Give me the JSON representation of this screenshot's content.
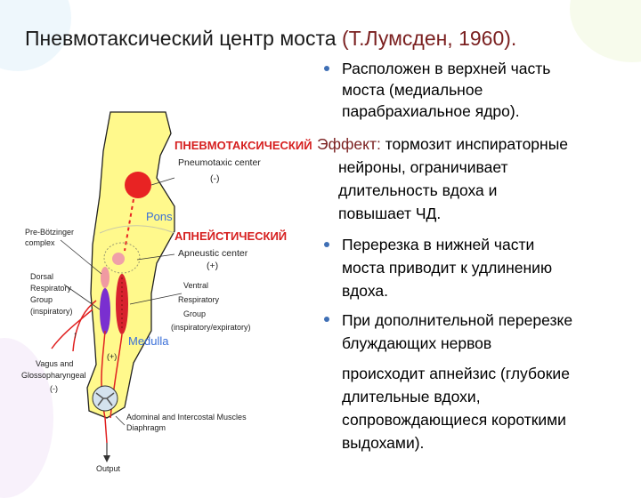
{
  "title": {
    "main": "Пневмотаксический центр моста ",
    "citation": "(Т.Лумсден, 1960)."
  },
  "text": {
    "b1": [
      "Расположен в верхней часть",
      "моста (медиальное",
      "парабрахиальное ядро)."
    ],
    "effect_label": "Эффект:",
    "effect_first": " тормозит инспираторные",
    "effect_rest": [
      "нейроны, ограничивает",
      "длительность вдоха и",
      "повышает ЧД."
    ],
    "b2": [
      "Перерезка в нижней части",
      "моста приводит к удлинению",
      "вдоха."
    ],
    "b3": [
      "При дополнительной перерезке",
      "блуждающих нервов"
    ],
    "b3_rest": [
      "происходит  апнейзис (глубокие",
      "длительные вдохи,",
      "сопровождающиеся короткими",
      "выдохами)."
    ]
  },
  "diagram": {
    "pneumotaxic_ru": "ПНЕВМОТАКСИЧЕСКИЙ",
    "pneumotaxic_en": "Pneumotaxic center",
    "pneumotaxic_sign": "(-)",
    "pons": "Pons",
    "apneustic_ru": "АПНЕЙСТИЧЕСКИЙ",
    "apneustic_en": "Apneustic center",
    "apneustic_sign": "(+)",
    "pre_botz_1": "Pre-Bötzinger",
    "pre_botz_2": "complex",
    "drg_1": "Dorsal",
    "drg_2": "Respiratory",
    "drg_3": "Group",
    "drg_4": "(inspiratory)",
    "vrg_1": "Ventral",
    "vrg_2": "Respiratory",
    "vrg_3": "Group",
    "vrg_4": "(inspiratory/expiratory)",
    "medulla": "Medulla",
    "vagus_1": "Vagus and",
    "vagus_2": "Glossopharyngeal",
    "vagus_3": "(-)",
    "muscles_1": "Adominal and Intercostal Muscles",
    "muscles_2": "Diaphragm",
    "output": "Output",
    "plus_mark": "(+)",
    "arrow_mark": "↑"
  },
  "colors": {
    "brainstem": "#fff98c",
    "pneumotaxic_node": "#e82323",
    "apneustic_node": "#f0a0a8",
    "vrg_node": "#d8222e",
    "drg_node": "#7a2fd0",
    "pathway": "#e02020",
    "bullet": "#3f6fb5"
  }
}
